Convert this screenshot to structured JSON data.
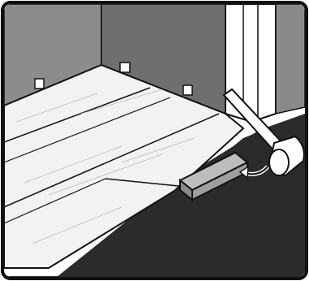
{
  "illustration": {
    "subject": "laminate-floor-installation",
    "tools": [
      "tapping-block",
      "rubber-mallet"
    ],
    "colors": {
      "back_wall": "#6f6f6f",
      "left_wall": "#8c8c8c",
      "subfloor": "#2b2b2b",
      "plank": "#f2f2f2",
      "door_frame": "#ffffff",
      "outline": "#111111"
    },
    "icons": [
      "outlet-icon",
      "arrow-icon"
    ]
  }
}
